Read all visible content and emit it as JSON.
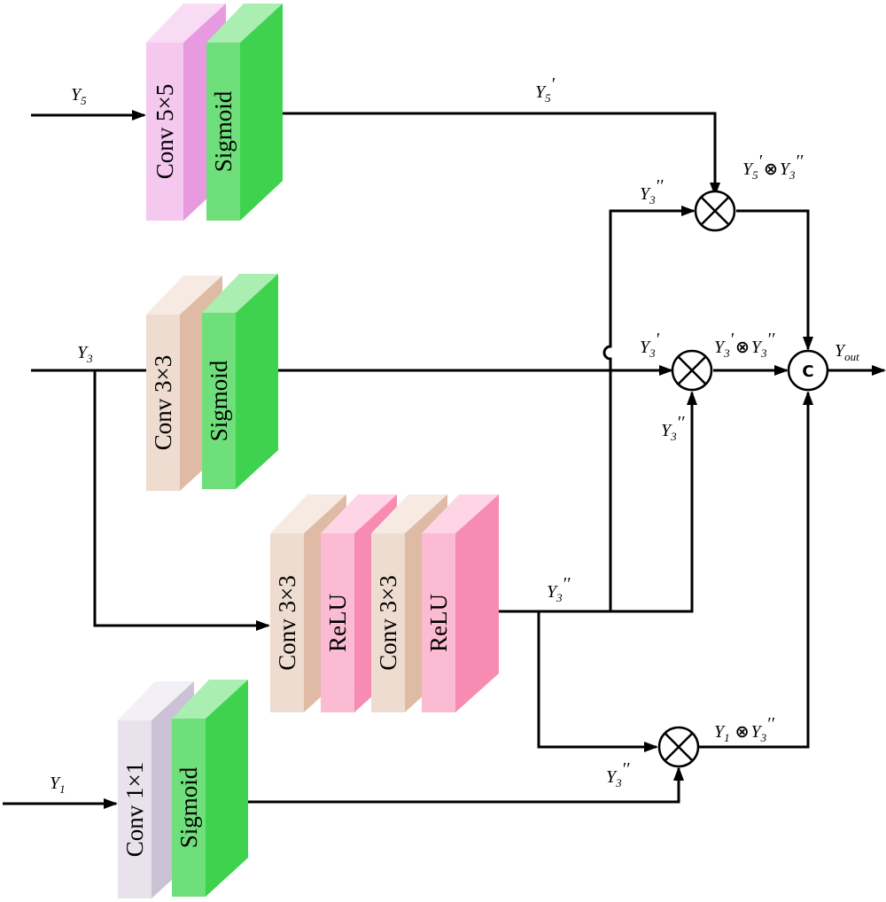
{
  "blocks": {
    "conv5": "Conv 5×5",
    "sig5": "Sigmoid",
    "conv3": "Conv 3×3",
    "sig3": "Sigmoid",
    "relu_conv_a": "Conv 3×3",
    "relu_a": "ReLU",
    "relu_conv_b": "Conv 3×3",
    "relu_b": "ReLU",
    "conv1": "Conv 1×1",
    "sig1": "Sigmoid"
  },
  "labels": {
    "Y": "Y",
    "sub5": "5",
    "sub3": "3",
    "sub1": "1",
    "out": "out",
    "prime": "′",
    "dprime": "′′",
    "otimes": "⊗",
    "concat": "C"
  },
  "colors": {
    "conv5_front": "#f4c8ef",
    "conv5_side": "#e79ae0",
    "conv5_top": "#f8dcf4",
    "sig_front": "#6edf7a",
    "sig_side": "#3fd24f",
    "sig_top": "#abeeb2",
    "conv3_front": "#efdcd0",
    "conv3_side": "#dfbba6",
    "conv3_top": "#f6eae2",
    "relu_front": "#fbbcd3",
    "relu_side": "#f88bb2",
    "relu_top": "#fdd5e4",
    "conv1_front": "#e8e2ec",
    "conv1_side": "#ccc2d6",
    "conv1_top": "#f3eff6"
  }
}
